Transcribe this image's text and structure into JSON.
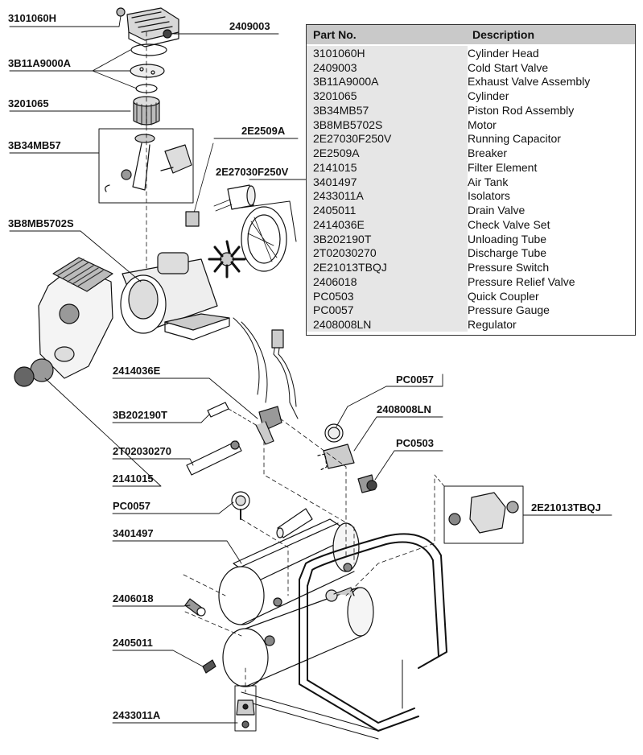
{
  "callouts": {
    "c3101060H": "3101060H",
    "c2409003": "2409003",
    "c3B11A9000A": "3B11A9000A",
    "c3201065": "3201065",
    "c3B34MB57": "3B34MB57",
    "c2E2509A": "2E2509A",
    "c2E27030F250V": "2E27030F250V",
    "c3B8MB5702S": "3B8MB5702S",
    "c2414036E": "2414036E",
    "c3B202190T": "3B202190T",
    "c2T02030270": "2T02030270",
    "c2141015": "2141015",
    "cPC0057a": "PC0057",
    "c2408008LN": "2408008LN",
    "cPC0503": "PC0503",
    "c2E21013TBQJ": "2E21013TBQJ",
    "cPC0057b": "PC0057",
    "c3401497": "3401497",
    "c2406018": "2406018",
    "c2405011": "2405011",
    "c2433011A": "2433011A"
  },
  "table": {
    "header_part": "Part No.",
    "header_desc": "Description",
    "rows": [
      {
        "part": "3101060H",
        "desc": "Cylinder Head"
      },
      {
        "part": "2409003",
        "desc": "Cold Start Valve"
      },
      {
        "part": "3B11A9000A",
        "desc": "Exhaust Valve Assembly"
      },
      {
        "part": "3201065",
        "desc": "Cylinder"
      },
      {
        "part": "3B34MB57",
        "desc": "Piston Rod Assembly"
      },
      {
        "part": "3B8MB5702S",
        "desc": "Motor"
      },
      {
        "part": "2E27030F250V",
        "desc": "Running Capacitor"
      },
      {
        "part": "2E2509A",
        "desc": "Breaker"
      },
      {
        "part": "2141015",
        "desc": "Filter Element"
      },
      {
        "part": "3401497",
        "desc": "Air Tank"
      },
      {
        "part": "2433011A",
        "desc": "Isolators"
      },
      {
        "part": "2405011",
        "desc": "Drain Valve"
      },
      {
        "part": "2414036E",
        "desc": "Check Valve Set"
      },
      {
        "part": "3B202190T",
        "desc": "Unloading Tube"
      },
      {
        "part": "2T02030270",
        "desc": "Discharge Tube"
      },
      {
        "part": "2E21013TBQJ",
        "desc": "Pressure Switch"
      },
      {
        "part": "2406018",
        "desc": "Pressure Relief Valve"
      },
      {
        "part": "PC0503",
        "desc": "Quick Coupler"
      },
      {
        "part": "PC0057",
        "desc": "Pressure Gauge"
      },
      {
        "part": "2408008LN",
        "desc": "Regulator"
      }
    ]
  }
}
